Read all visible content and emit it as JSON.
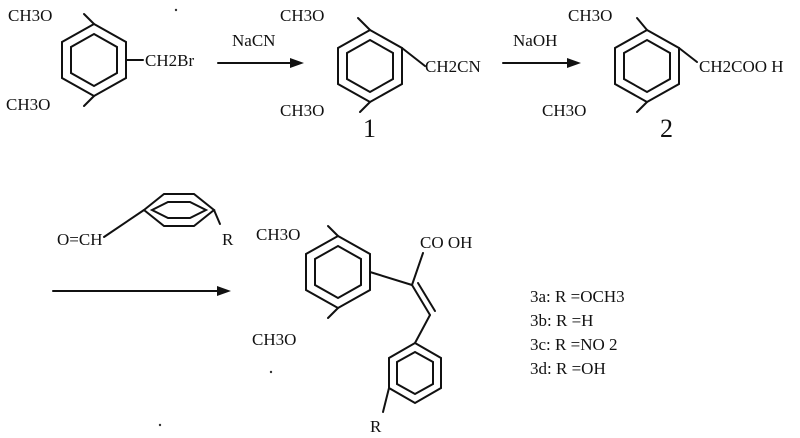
{
  "scheme": {
    "start_material": {
      "top_substituent": "CH3O",
      "bottom_substituent": "CH3O",
      "side_chain": "CH2Br"
    },
    "step1": {
      "reagent": "NaCN",
      "product_number": "1",
      "top_substituent": "CH3O",
      "bottom_substituent": "CH3O",
      "side_chain": "CH2CN"
    },
    "step2": {
      "reagent": "NaOH",
      "product_number": "2",
      "top_substituent": "CH3O",
      "bottom_substituent": "CH3O",
      "side_chain": "CH2COO H"
    },
    "step3": {
      "reagent_prefix": "O=CH",
      "reagent_substituent": "R"
    },
    "product": {
      "top_substituent": "CH3O",
      "bottom_substituent": "CH3O",
      "acid_group": "CO OH",
      "para_substituent": "R"
    },
    "variants": [
      {
        "label": "3a",
        "group": "R =OCH3"
      },
      {
        "label": "3b",
        "group": "R =H"
      },
      {
        "label": "3c",
        "group": "R =NO 2"
      },
      {
        "label": "3d",
        "group": "R =OH"
      }
    ]
  }
}
